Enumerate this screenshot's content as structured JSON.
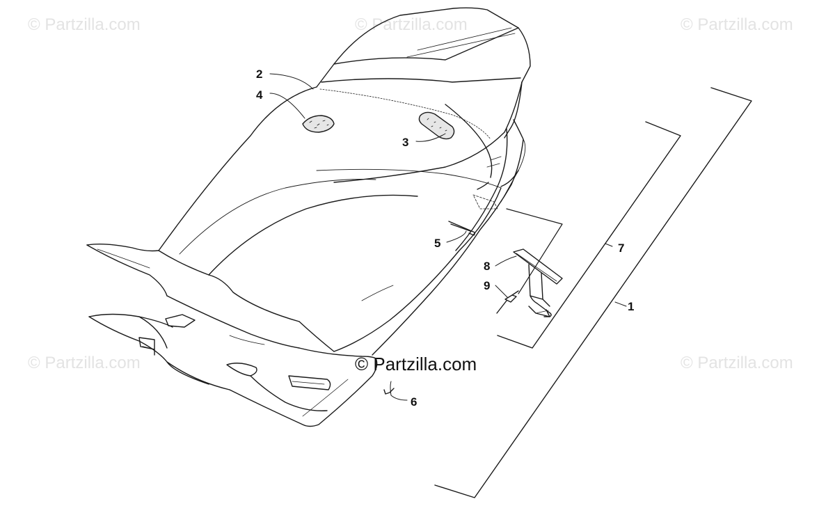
{
  "watermarks": {
    "top_left": "© Partzilla.com",
    "top_center": "© Partzilla.com",
    "top_right": "© Partzilla.com",
    "mid_left": "© Partzilla.com",
    "mid_right": "© Partzilla.com"
  },
  "center_watermark": "© Partzilla.com",
  "callouts": {
    "c1": "1",
    "c2": "2",
    "c3": "3",
    "c4": "4",
    "c5": "5",
    "c6": "6",
    "c7": "7",
    "c8": "8",
    "c9": "9"
  },
  "colors": {
    "line": "#1a1a1a",
    "watermark": "#e3e3e3",
    "patch_fill": "#e6e6e6"
  }
}
